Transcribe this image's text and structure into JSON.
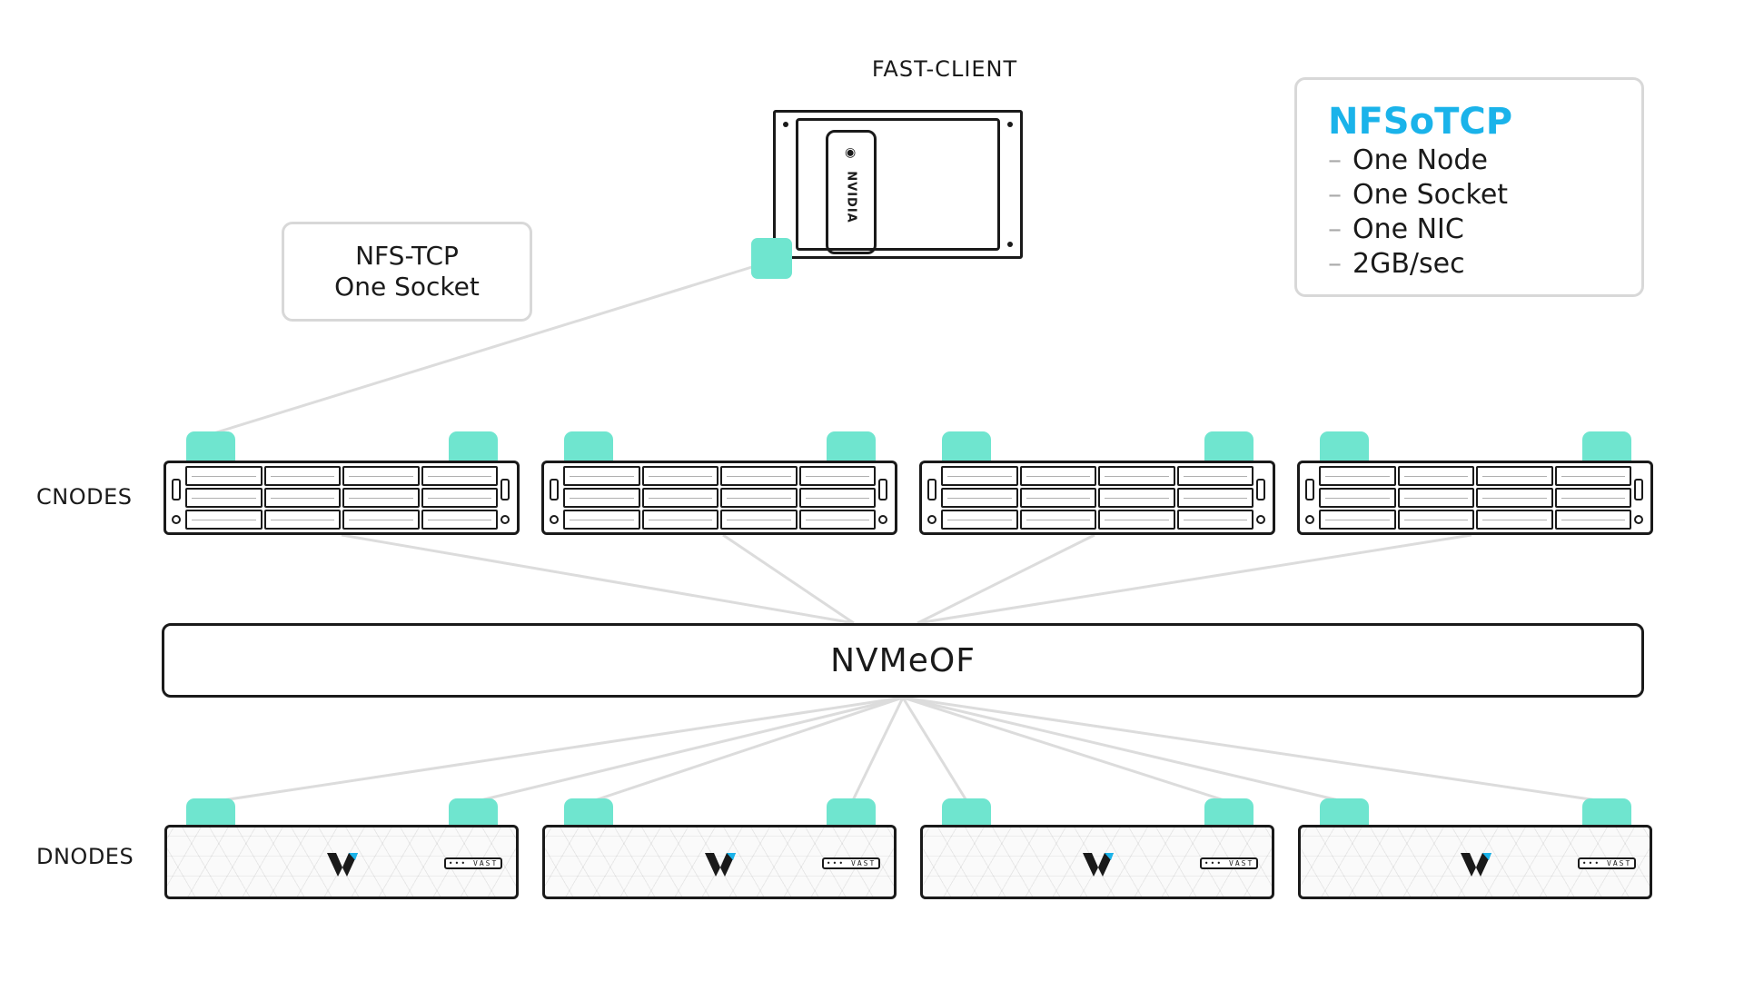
{
  "labels": {
    "fast_client": "FAST-CLIENT",
    "cnodes": "CNODES",
    "dnodes": "DNODES",
    "fabric": "NVMeOF"
  },
  "nfs_tcp_box": {
    "line1": "NFS-TCP",
    "line2": "One Socket"
  },
  "info_box": {
    "title": "NFSoTCP",
    "dash": "–",
    "items": [
      "One Node",
      "One Socket",
      "One NIC",
      "2GB/sec"
    ]
  },
  "client": {
    "gpu_brand": "NVIDIA",
    "gpu_icon": "nvidia-eye-icon"
  },
  "dnode_badge": "••• VAST",
  "node_counts": {
    "cnodes": 4,
    "dnodes": 4
  },
  "colors": {
    "accent_blue": "#1ab3ea",
    "port_teal": "#6fe5cf",
    "wire_gray": "#dcdcdc",
    "outline": "#1a1a1a",
    "box_border": "#d8d8d8"
  }
}
